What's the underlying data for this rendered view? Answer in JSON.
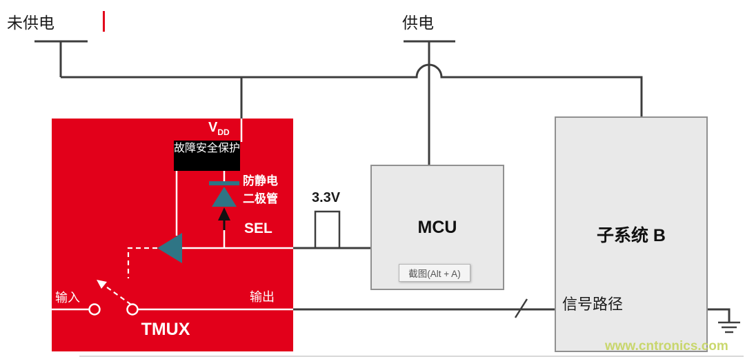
{
  "diagram": {
    "labels": {
      "unpowered": "未供电",
      "powered": "供电",
      "vdd_base": "V",
      "vdd_sub": "DD",
      "failsafe": "故障安全保护",
      "esd_diode": "防静电二极管",
      "sel": "SEL",
      "voltage": "3.3V",
      "input": "输入",
      "output": "输出",
      "tmux": "TMUX",
      "mcu": "MCU",
      "subsystem_b": "子系统 B",
      "signal_path": "信号路径"
    },
    "overlay": {
      "screenshot_tooltip": "截图(Alt + A)"
    },
    "watermark": "www.cntronics.com",
    "colors": {
      "tmux_red": "#e2001a",
      "diode_teal": "#2f7585",
      "wire": "#3d3d3d",
      "box_fill": "#e9e9e9",
      "box_border": "#909090",
      "watermark_green": "#c5d45f"
    }
  }
}
